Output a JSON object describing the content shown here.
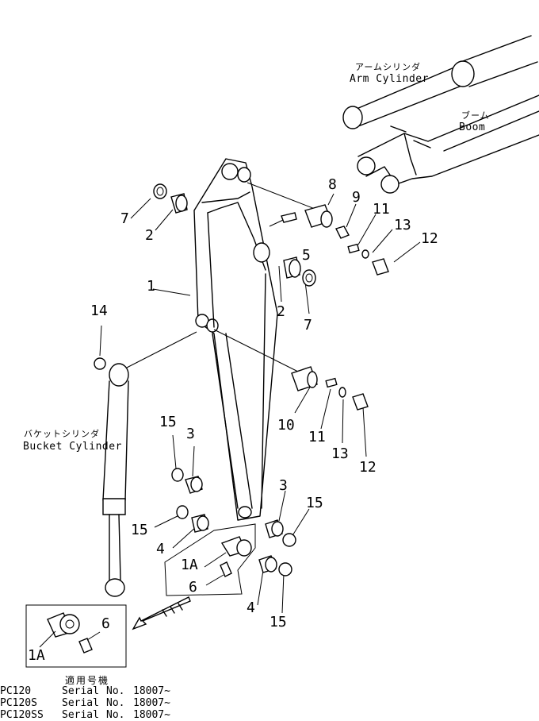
{
  "labels": {
    "arm_cylinder_jp": "アームシリンダ",
    "arm_cylinder_en": "Arm  Cylinder",
    "boom_jp": "ブーム",
    "boom_en": "Boom",
    "bucket_cylinder_jp": "バケットシリンダ",
    "bucket_cylinder_en": "Bucket  Cylinder"
  },
  "callouts": {
    "p1": "1",
    "p2a": "2",
    "p2b": "2",
    "p3a": "3",
    "p3b": "3",
    "p4a": "4",
    "p4b": "4",
    "p5": "5",
    "p6a": "6",
    "p6b": "6",
    "p7a": "7",
    "p7b": "7",
    "p8": "8",
    "p9": "9",
    "p10": "10",
    "p11a": "11",
    "p11b": "11",
    "p12a": "12",
    "p12b": "12",
    "p13a": "13",
    "p13b": "13",
    "p14": "14",
    "p15a": "15",
    "p15b": "15",
    "p15c": "15",
    "p15d": "15",
    "p1Aa": "1A",
    "p1Ab": "1A"
  },
  "applicability": {
    "heading": "適用号機",
    "rows": [
      {
        "model": "PC120",
        "serial_label": "Serial",
        "no_label": "No.",
        "serial": "18007~"
      },
      {
        "model": "PC120S",
        "serial_label": "Serial",
        "no_label": "No.",
        "serial": "18007~"
      },
      {
        "model": "PC120SS",
        "serial_label": "Serial",
        "no_label": "No.",
        "serial": "18007~"
      }
    ]
  }
}
